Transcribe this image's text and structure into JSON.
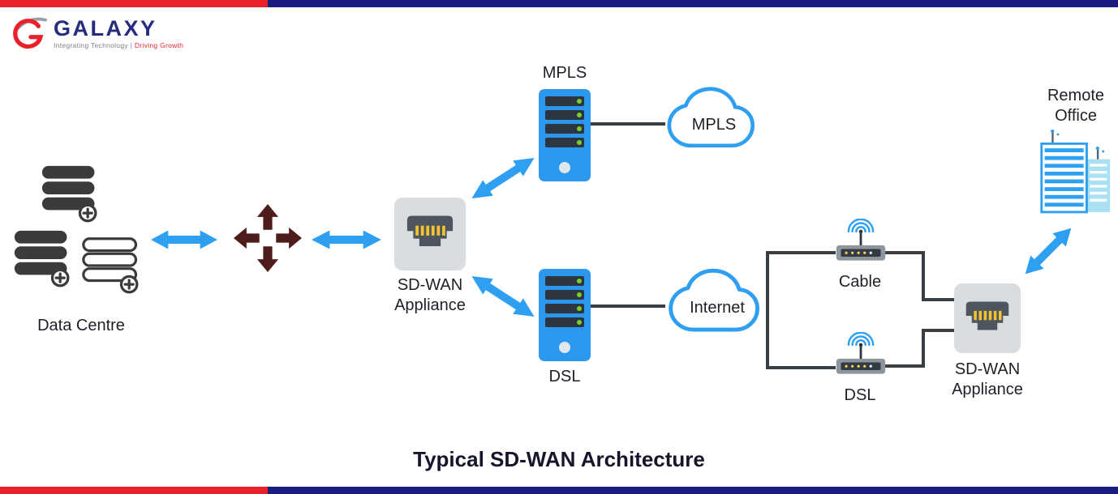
{
  "brand": {
    "name": "GALAXY",
    "tagline_left": "Integrating Technology",
    "tagline_separator": "|",
    "tagline_right": "Driving Growth"
  },
  "diagram": {
    "title": "Typical SD-WAN Architecture",
    "data_centre": {
      "label": "Data Centre"
    },
    "sdwan_left": {
      "line1": "SD-WAN",
      "line2": "Appliance"
    },
    "mpls_server": {
      "label": "MPLS"
    },
    "mpls_cloud": {
      "label": "MPLS"
    },
    "dsl_server": {
      "label": "DSL"
    },
    "internet_cloud": {
      "label": "Internet"
    },
    "cable_modem": {
      "label": "Cable"
    },
    "dsl_modem": {
      "label": "DSL"
    },
    "sdwan_right": {
      "line1": "SD-WAN",
      "line2": "Appliance"
    },
    "remote_office": {
      "line1": "Remote",
      "line2": "Office"
    }
  },
  "colors": {
    "bar_navy": "#1b1c80",
    "bar_red": "#e8212b",
    "arrow_blue": "#2f9ff2",
    "server_blue": "#2b98ee",
    "maroon": "#4e1c1a",
    "line_dark": "#3a3f44",
    "appliance_gray": "#d9dddf",
    "port_gray": "#4d565e",
    "pin_yellow": "#f2c230",
    "cloud_stroke": "#2f9ff2",
    "db_dark": "#3b3b3b",
    "building_blue": "#2f9ff2",
    "building_side": "#a8e0f4",
    "modem_gray": "#8d969c",
    "slot_dark": "#2c3540",
    "led_green": "#79d02c",
    "text_dark": "#1d2026",
    "brand_navy": "#262d7e",
    "tag_gray": "#7a818a"
  }
}
